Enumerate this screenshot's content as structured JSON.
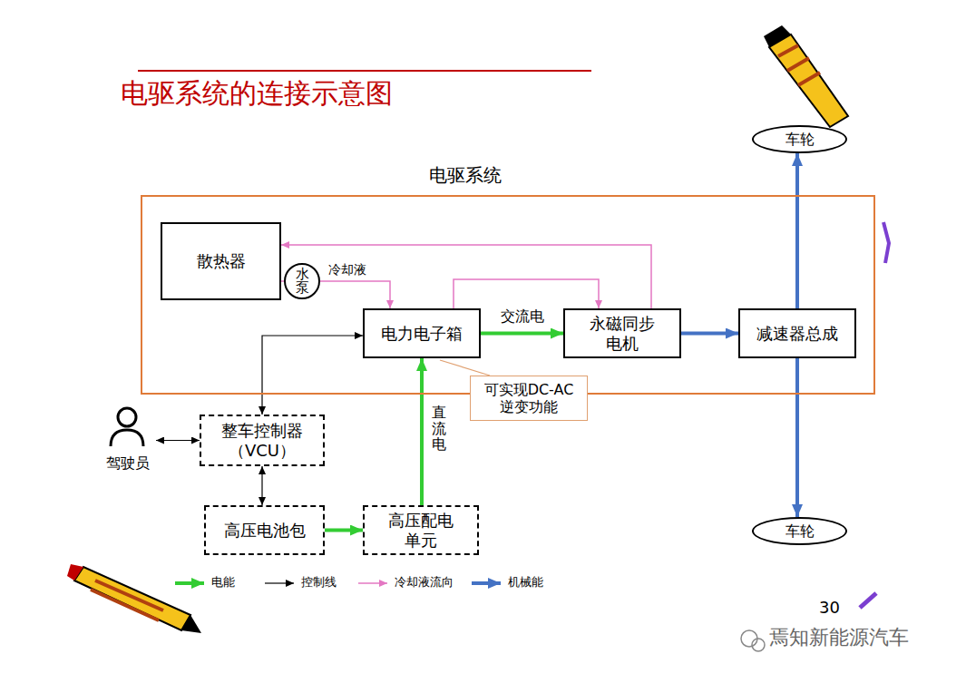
{
  "diagram": {
    "title": "电驱系统的连接示意图",
    "nodes": [
      {
        "text": [
          "电驱系统"
        ]
      },
      {
        "text": [
          "散热器"
        ],
        "in": 0
      },
      {
        "text": [
          "水 泵"
        ],
        "in": 0
      },
      {
        "text": [
          "电力电子箱"
        ],
        "in": 0
      },
      {
        "text": [
          "永磁同步 电机"
        ],
        "in": 0
      },
      {
        "text": [
          "减速器总成"
        ],
        "in": 0
      },
      {
        "text": [
          "车轮"
        ]
      },
      {
        "text": [
          "车轮"
        ]
      },
      {
        "text": [
          "整车控制器 （VCU）"
        ]
      },
      {
        "text": [
          "驾驶员"
        ]
      },
      {
        "text": [
          "高压电池包"
        ]
      },
      {
        "text": [
          "高压配电 单元"
        ]
      },
      {
        "text": [
          "可实现DC-AC 逆变功能"
        ]
      }
    ],
    "edges": [
      {
        "from": 1,
        "to": 2,
        "arrow": "none"
      },
      {
        "from": 2,
        "to": 3,
        "label": "冷却液",
        "arrow": "to"
      },
      {
        "from": 3,
        "to": 4,
        "arrow": "to"
      },
      {
        "from": 4,
        "to": 1,
        "arrow": "to"
      },
      {
        "from": 3,
        "to": 4,
        "label": "交流电",
        "arrow": "to"
      },
      {
        "from": 4,
        "to": 5,
        "arrow": "to"
      },
      {
        "from": 5,
        "to": 6,
        "arrow": "to"
      },
      {
        "from": 5,
        "to": 7,
        "arrow": "to"
      },
      {
        "from": 8,
        "to": 3,
        "arrow": "both"
      },
      {
        "from": 9,
        "to": 8,
        "arrow": "both"
      },
      {
        "from": 8,
        "to": 10,
        "arrow": "both"
      },
      {
        "from": 10,
        "to": 11,
        "arrow": "to"
      },
      {
        "from": 11,
        "to": 3,
        "label": "直流电",
        "arrow": "to"
      },
      {
        "from": 12,
        "to": 3,
        "arrow": "none"
      }
    ],
    "labels": [
      "30",
      "焉知新能源汽车"
    ],
    "legend": [
      {
        "text": "电能"
      },
      {
        "text": "控制线"
      },
      {
        "text": "冷却液流向"
      },
      {
        "text": "机械能"
      }
    ]
  }
}
